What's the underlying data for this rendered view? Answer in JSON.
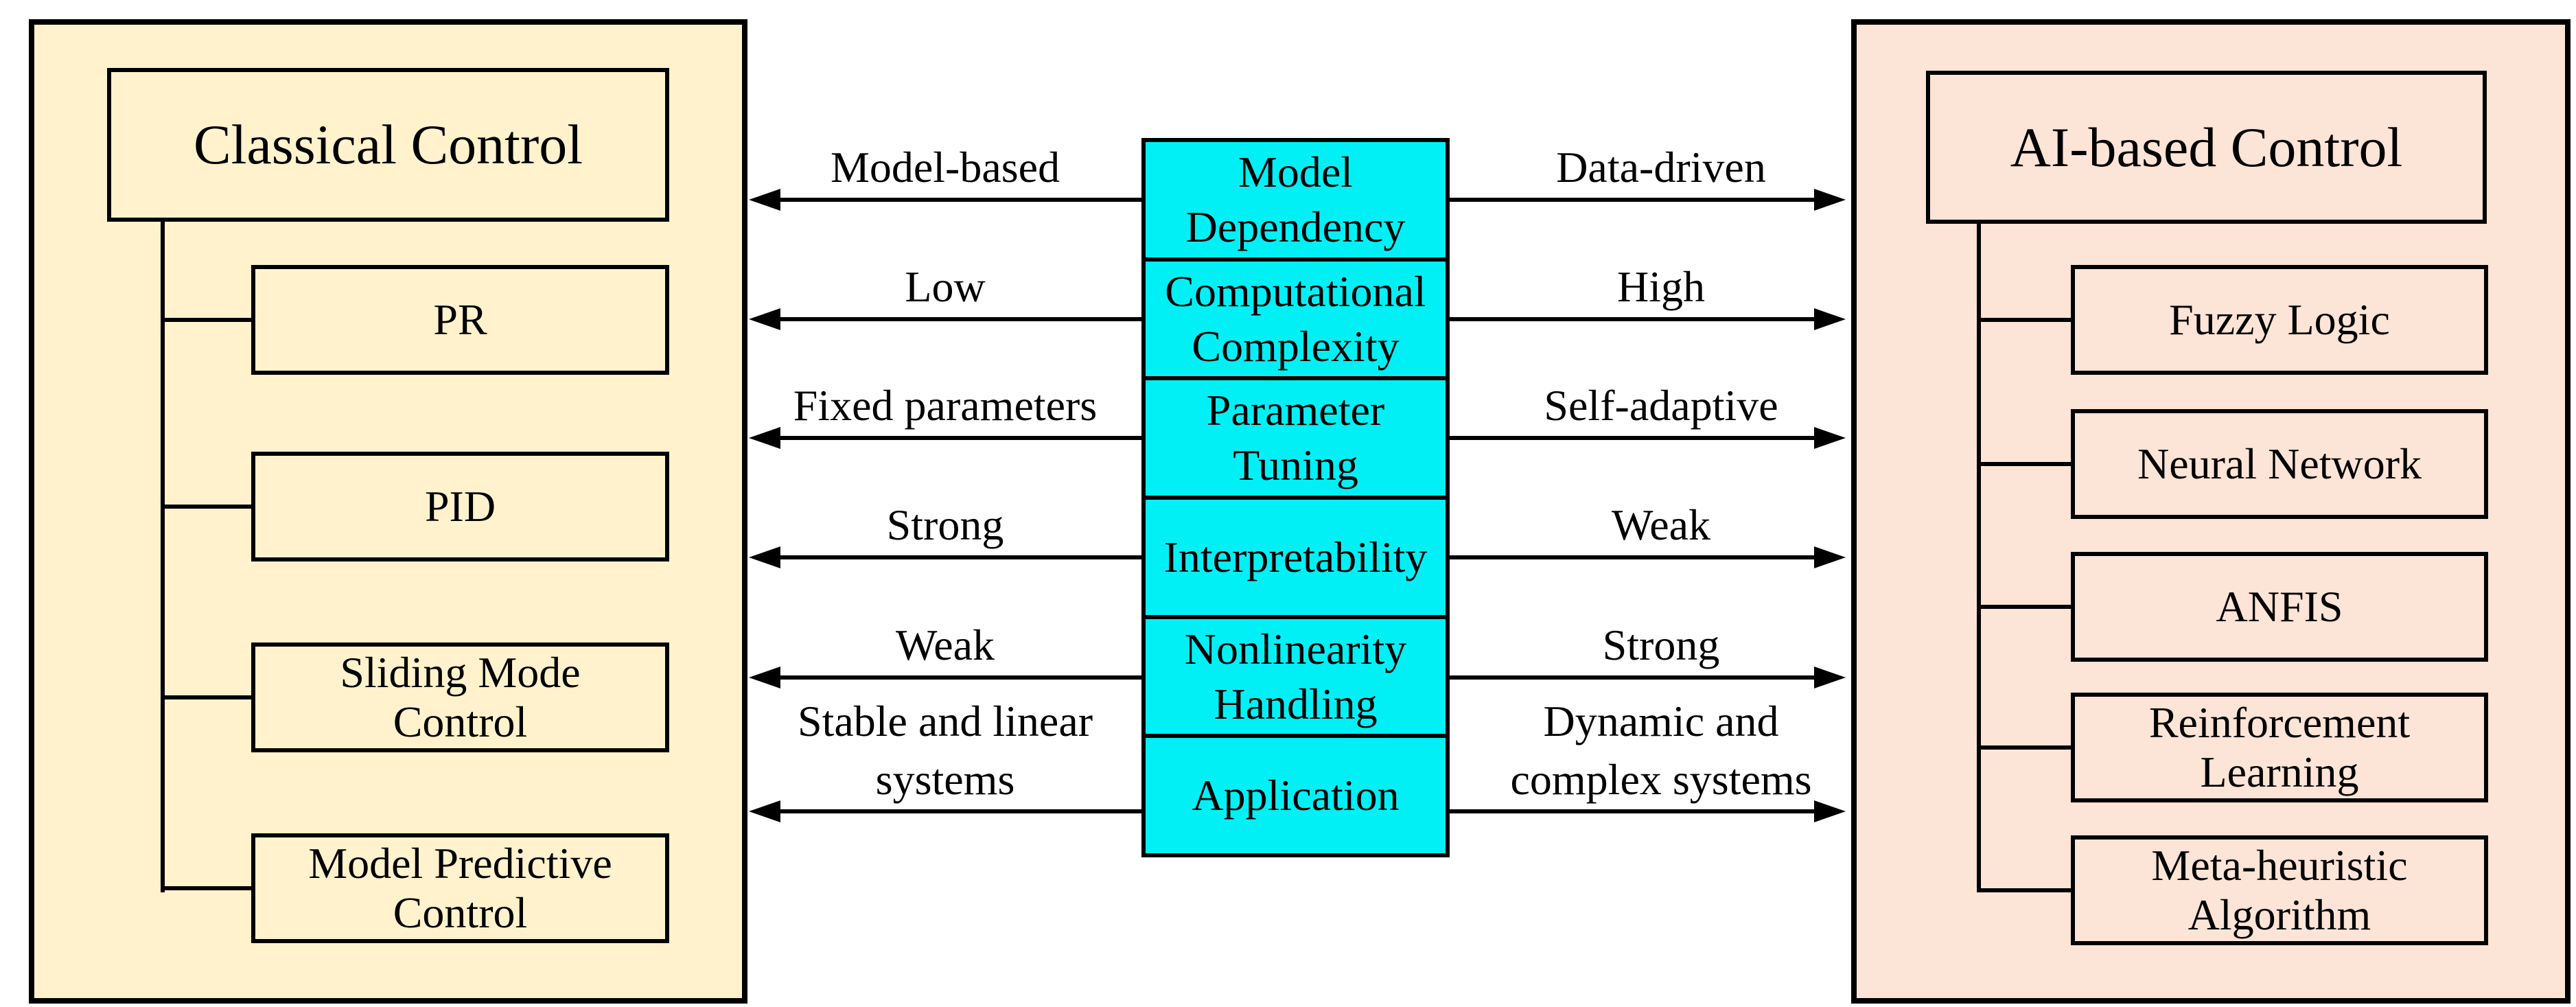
{
  "colors": {
    "classical-bg": "#FFF2CC",
    "ai-bg": "#FCE4D6",
    "attribute-bg": "#00F0F5",
    "line": "#000000"
  },
  "classical": {
    "title": "Classical Control",
    "items": [
      "PR",
      "PID",
      "Sliding Mode\nControl",
      "Model Predictive\nControl"
    ]
  },
  "ai": {
    "title": "AI-based Control",
    "items": [
      "Fuzzy Logic",
      "Neural Network",
      "ANFIS",
      "Reinforcement\nLearning",
      "Meta-heuristic\nAlgorithm"
    ]
  },
  "comparison": {
    "rows": [
      {
        "dimension": "Model\nDependency",
        "classical": "Model-based",
        "ai": "Data-driven"
      },
      {
        "dimension": "Computational\nComplexity",
        "classical": "Low",
        "ai": "High"
      },
      {
        "dimension": "Parameter\nTuning",
        "classical": "Fixed parameters",
        "ai": "Self-adaptive"
      },
      {
        "dimension": "Interpretability",
        "classical": "Strong",
        "ai": "Weak"
      },
      {
        "dimension": "Nonlinearity\nHandling",
        "classical": "Weak",
        "ai": "Strong"
      },
      {
        "dimension": "Application",
        "classical": "Stable and linear\nsystems",
        "ai": "Dynamic and\ncomplex systems"
      }
    ]
  }
}
